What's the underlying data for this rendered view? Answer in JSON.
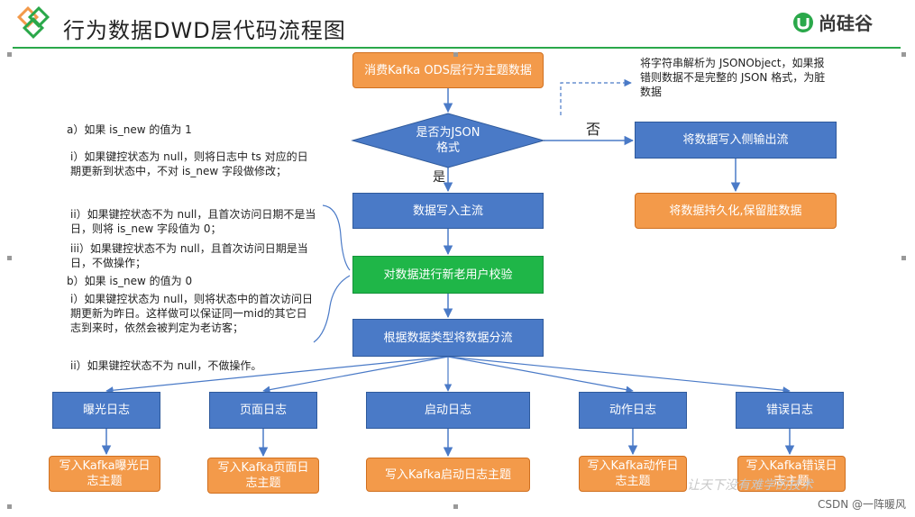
{
  "header": {
    "title": "行为数据DWD层代码流程图",
    "brand": "尚硅谷",
    "accent_color": "#2aa84a"
  },
  "flow": {
    "consume": "消费Kafka ODS层行为主题数据",
    "is_json": "是否为JSON格式",
    "yes_label": "是",
    "no_label": "否",
    "write_main": "数据写入主流",
    "validate": "对数据进行新老用户校验",
    "split": "根据数据类型将数据分流",
    "write_side": "将数据写入侧输出流",
    "persist_dirty": "将数据持久化,保留脏数据",
    "parse_note": "将字符串解析为 JSONObject，如果报错则数据不是完整的 JSON 格式，为脏数据"
  },
  "logs": [
    {
      "name": "曝光日志",
      "topic": "写入Kafka曝光日志主题"
    },
    {
      "name": "页面日志",
      "topic": "写入Kafka页面日志主题"
    },
    {
      "name": "启动日志",
      "topic": "写入Kafka启动日志主题"
    },
    {
      "name": "动作日志",
      "topic": "写入Kafka动作日志主题"
    },
    {
      "name": "错误日志",
      "topic": "写入Kafka错误日志主题"
    }
  ],
  "notes": {
    "a": "a）如果 is_new 的值为 1",
    "a_i": "i）如果键控状态为 null，则将日志中 ts 对应的日期更新到状态中，不对 is_new 字段做修改；",
    "a_ii": "ii）如果键控状态不为 null，且首次访问日期不是当日，则将 is_new 字段值为 0；",
    "a_iii": "iii）如果键控状态不为 null，且首次访问日期是当日，不做操作；",
    "b": "b）如果 is_new 的值为 0",
    "b_i": "i）如果键控状态为 null，则将状态中的首次访问日期更新为昨日。这样做可以保证同一mid的其它日志到来时，依然会被判定为老访客；",
    "b_ii": "ii）如果键控状态不为 null，不做操作。"
  },
  "watermark": "让天下没有难学的技术",
  "csdn": "CSDN @一阵暖风"
}
